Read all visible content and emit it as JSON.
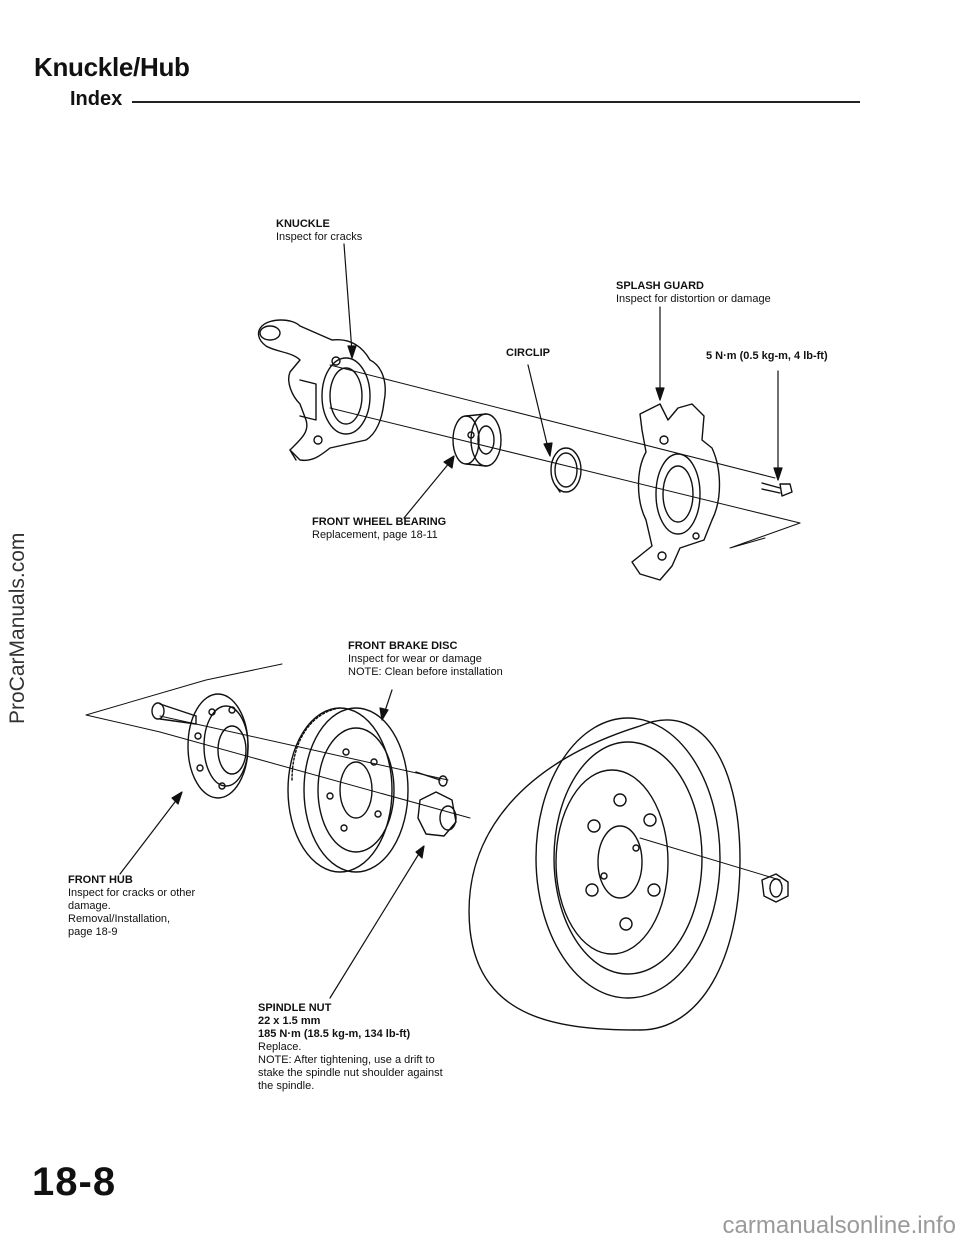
{
  "header": {
    "title": "Knuckle/Hub",
    "subtitle": "Index"
  },
  "watermark_left": "ProCarManuals.com",
  "watermark_bottom": "carmanualsonline.info",
  "page_number": "18-8",
  "callouts": {
    "knuckle": {
      "name": "KNUCKLE",
      "notes": [
        "Inspect for cracks"
      ]
    },
    "splash_guard": {
      "name": "SPLASH GUARD",
      "notes": [
        "Inspect for distortion or damage"
      ]
    },
    "circlip": {
      "name": "CIRCLIP"
    },
    "bolt_torque": {
      "name": "5 N·m (0.5 kg-m, 4 lb-ft)"
    },
    "front_wheel_bearing": {
      "name": "FRONT WHEEL BEARING",
      "notes": [
        "Replacement, page 18-11"
      ]
    },
    "front_brake_disc": {
      "name": "FRONT BRAKE DISC",
      "notes": [
        "Inspect for wear or damage",
        "NOTE: Clean before installation"
      ]
    },
    "front_hub": {
      "name": "FRONT HUB",
      "notes": [
        "Inspect for cracks or other",
        "damage.",
        "Removal/Installation,",
        "page 18-9"
      ]
    },
    "spindle_nut": {
      "name": "SPINDLE NUT",
      "notes": [
        "22 x 1.5 mm",
        "185 N·m (18.5 kg-m, 134 lb-ft)",
        "Replace.",
        "NOTE: After tightening, use a drift to",
        "stake the spindle nut shoulder against",
        "the spindle."
      ]
    }
  }
}
